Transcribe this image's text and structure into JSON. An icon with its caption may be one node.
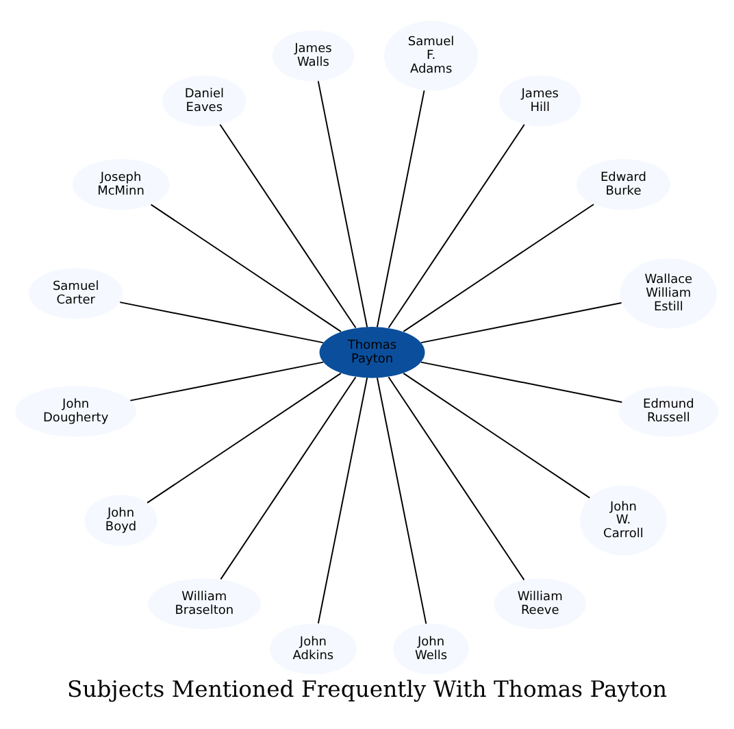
{
  "diagram": {
    "title": "Subjects Mentioned Frequently With Thomas Payton",
    "nodes": [
      {
        "text": [
          "Thomas Payton"
        ]
      },
      {
        "text": [
          "Wallace William Estill"
        ]
      },
      {
        "text": [
          "Edward Burke"
        ]
      },
      {
        "text": [
          "James Hill"
        ]
      },
      {
        "text": [
          "Samuel F. Adams"
        ]
      },
      {
        "text": [
          "James Walls"
        ]
      },
      {
        "text": [
          "Daniel Eaves"
        ]
      },
      {
        "text": [
          "Joseph McMinn"
        ]
      },
      {
        "text": [
          "Samuel Carter"
        ]
      },
      {
        "text": [
          "John Dougherty"
        ]
      },
      {
        "text": [
          "John Boyd"
        ]
      },
      {
        "text": [
          "William Braselton"
        ]
      },
      {
        "text": [
          "John Adkins"
        ]
      },
      {
        "text": [
          "John Wells"
        ]
      },
      {
        "text": [
          "William Reeve"
        ]
      },
      {
        "text": [
          "John W. Carroll"
        ]
      },
      {
        "text": [
          "Edmund Russell"
        ]
      }
    ],
    "edges": [
      {
        "from": 0,
        "to": 1,
        "arrow": "none"
      },
      {
        "from": 0,
        "to": 2,
        "arrow": "none"
      },
      {
        "from": 0,
        "to": 3,
        "arrow": "none"
      },
      {
        "from": 0,
        "to": 4,
        "arrow": "none"
      },
      {
        "from": 0,
        "to": 5,
        "arrow": "none"
      },
      {
        "from": 0,
        "to": 6,
        "arrow": "none"
      },
      {
        "from": 0,
        "to": 7,
        "arrow": "none"
      },
      {
        "from": 0,
        "to": 8,
        "arrow": "none"
      },
      {
        "from": 0,
        "to": 9,
        "arrow": "none"
      },
      {
        "from": 0,
        "to": 10,
        "arrow": "none"
      },
      {
        "from": 0,
        "to": 11,
        "arrow": "none"
      },
      {
        "from": 0,
        "to": 12,
        "arrow": "none"
      },
      {
        "from": 0,
        "to": 13,
        "arrow": "none"
      },
      {
        "from": 0,
        "to": 14,
        "arrow": "none"
      },
      {
        "from": 0,
        "to": 15,
        "arrow": "none"
      },
      {
        "from": 0,
        "to": 16,
        "arrow": "none"
      }
    ]
  }
}
